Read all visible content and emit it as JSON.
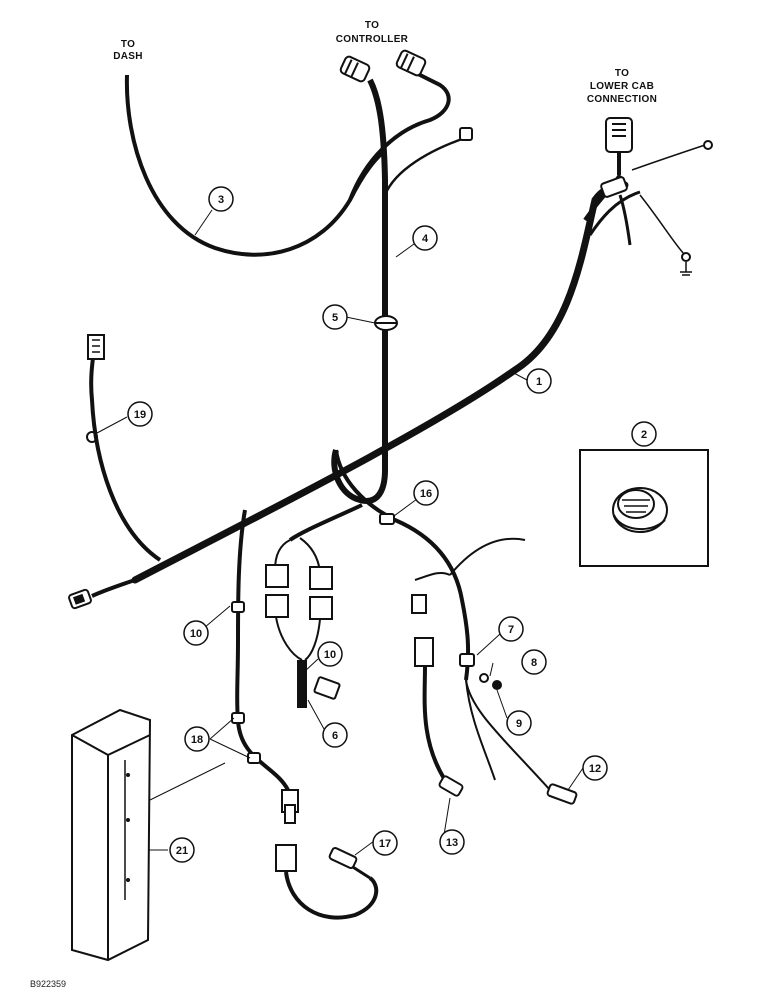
{
  "labels": {
    "to_dash": [
      "TO",
      "DASH"
    ],
    "to_controller": [
      "TO",
      "CONTROLLER"
    ],
    "to_lower_cab": [
      "TO",
      "LOWER CAB",
      "CONNECTION"
    ]
  },
  "callouts": [
    "1",
    "2",
    "3",
    "4",
    "5",
    "6",
    "7",
    "8",
    "9",
    "10",
    "10",
    "12",
    "13",
    "16",
    "17",
    "18",
    "19",
    "21"
  ],
  "figure_ref": "B922359"
}
